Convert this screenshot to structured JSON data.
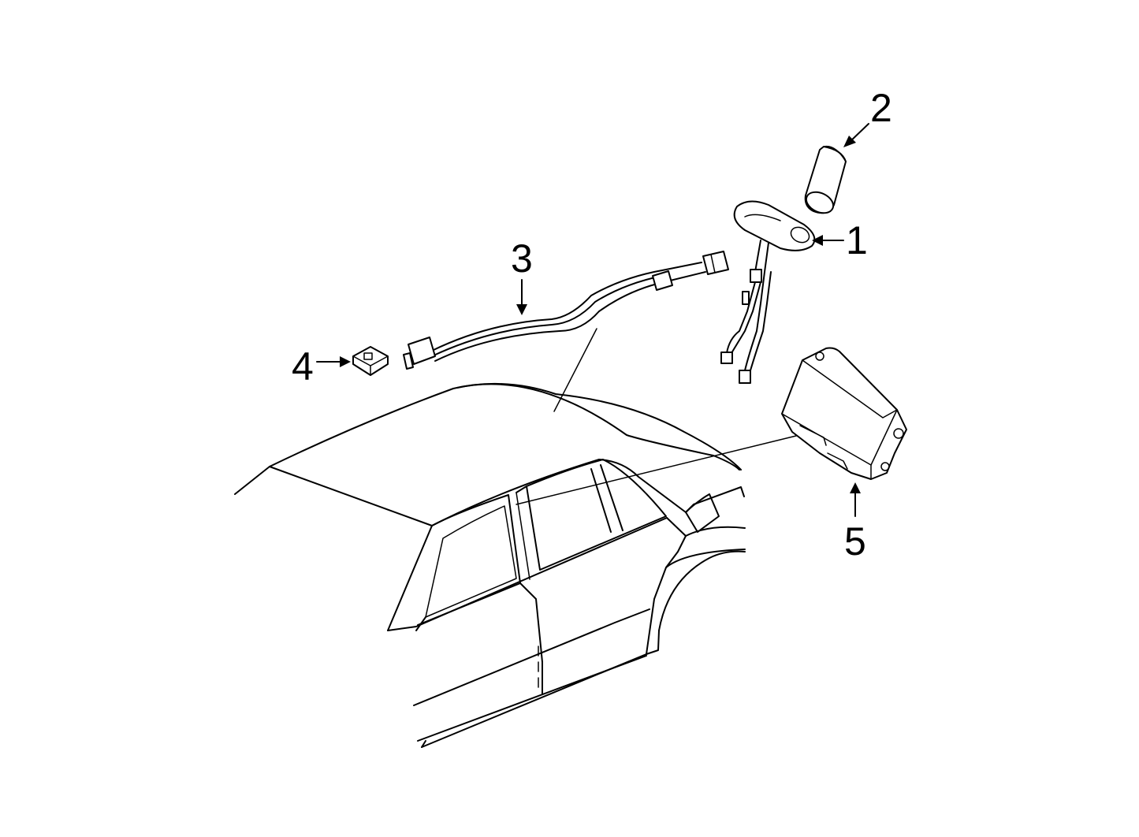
{
  "diagram": {
    "colors": {
      "line": "#000000",
      "background": "#ffffff"
    },
    "callouts": [
      {
        "id": "1",
        "label": "1",
        "part": "antenna-base"
      },
      {
        "id": "2",
        "label": "2",
        "part": "antenna-mast"
      },
      {
        "id": "3",
        "label": "3",
        "part": "antenna-cable"
      },
      {
        "id": "4",
        "label": "4",
        "part": "connector-clip"
      },
      {
        "id": "5",
        "label": "5",
        "part": "control-module"
      }
    ]
  }
}
